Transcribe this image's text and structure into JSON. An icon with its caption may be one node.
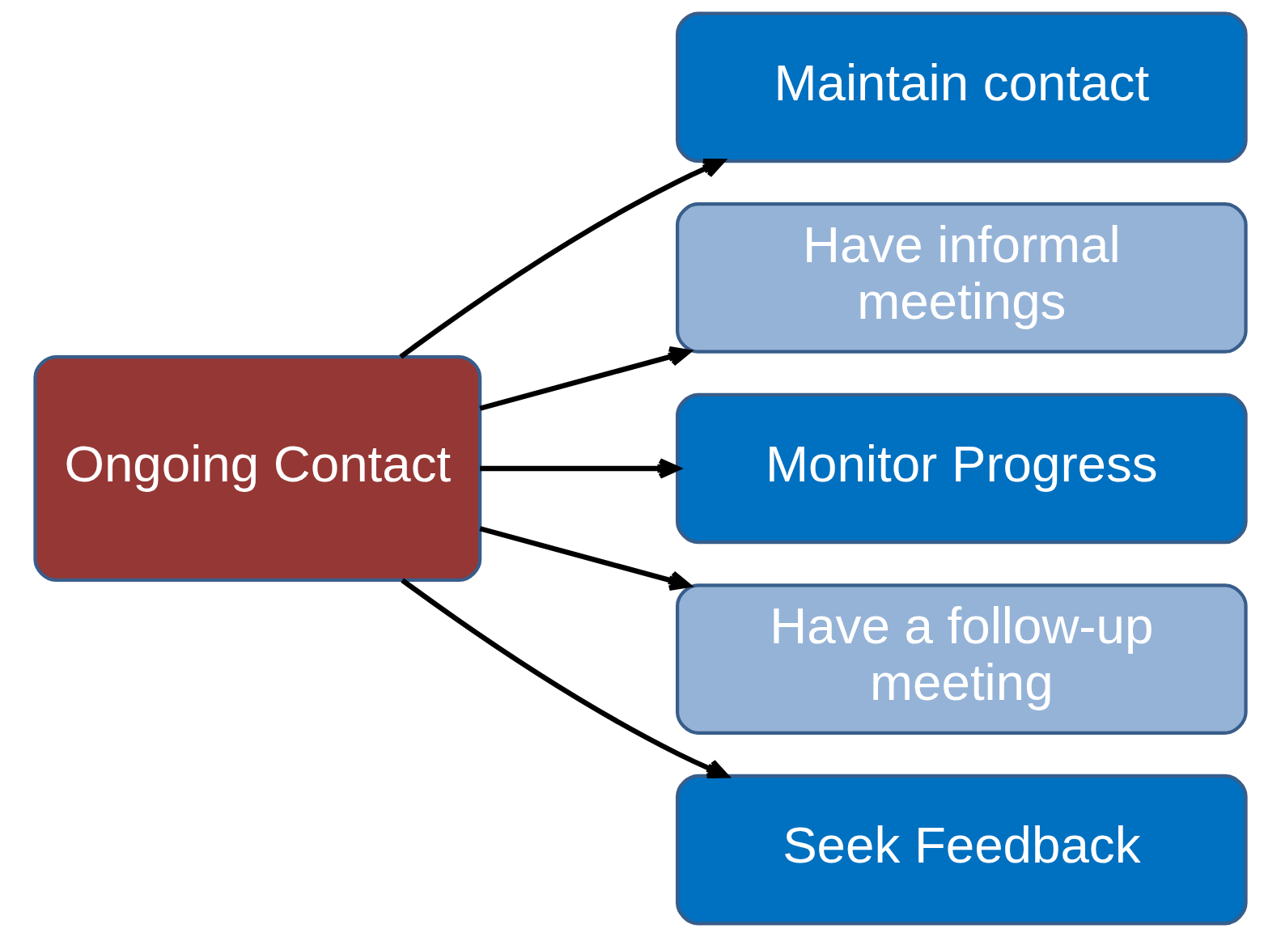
{
  "diagram": {
    "nodes": [
      {
        "text": [
          "Ongoing Contact"
        ]
      },
      {
        "text": [
          "Maintain contact"
        ]
      },
      {
        "text": [
          "Have informal meetings"
        ]
      },
      {
        "text": [
          "Monitor Progress"
        ]
      },
      {
        "text": [
          "Have a follow-up meeting"
        ]
      },
      {
        "text": [
          "Seek Feedback"
        ]
      }
    ],
    "edges": [
      {
        "from": 0,
        "to": 1,
        "arrow": "to"
      },
      {
        "from": 0,
        "to": 2,
        "arrow": "to"
      },
      {
        "from": 0,
        "to": 3,
        "arrow": "to"
      },
      {
        "from": 0,
        "to": 4,
        "arrow": "to"
      },
      {
        "from": 0,
        "to": 5,
        "arrow": "to"
      }
    ]
  }
}
